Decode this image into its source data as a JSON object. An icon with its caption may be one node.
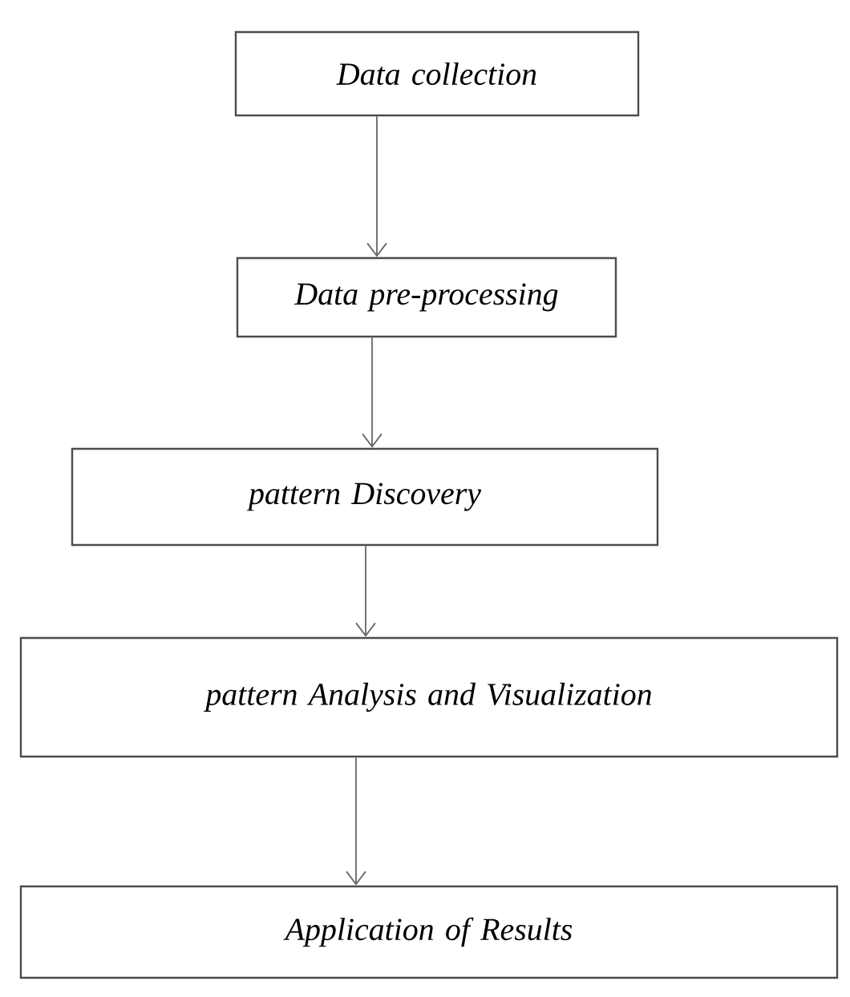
{
  "diagram": {
    "nodes": [
      {
        "text": [
          "Data collection"
        ]
      },
      {
        "text": [
          "Data pre-processing"
        ]
      },
      {
        "text": [
          "pattern Discovery"
        ]
      },
      {
        "text": [
          "pattern Analysis and Visualization"
        ]
      },
      {
        "text": [
          "Application of Results"
        ]
      }
    ],
    "edges": [
      {
        "from": 0,
        "to": 1,
        "arrow": "to"
      },
      {
        "from": 1,
        "to": 2,
        "arrow": "to"
      },
      {
        "from": 2,
        "to": 3,
        "arrow": "to"
      },
      {
        "from": 3,
        "to": 4,
        "arrow": "to"
      }
    ]
  }
}
